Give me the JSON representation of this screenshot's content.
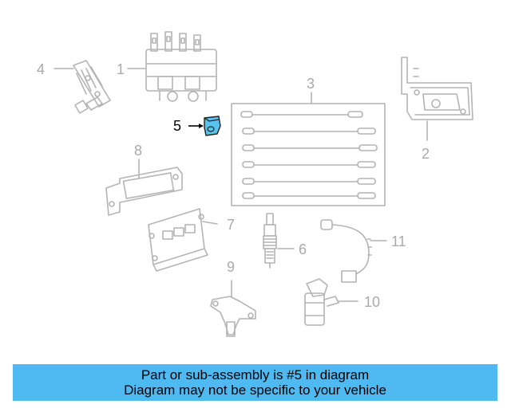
{
  "diagram": {
    "callouts": [
      "1",
      "2",
      "3",
      "4",
      "5",
      "6",
      "7",
      "8",
      "9",
      "10",
      "11"
    ],
    "highlighted_callout": "5",
    "colors": {
      "line": "#b4b4b4",
      "highlight": "#58c3ee",
      "label_dim": "#aaaaaa",
      "label_active": "#000000"
    }
  },
  "banner": {
    "line1": "Part or sub-assembly is #5 in diagram",
    "line2": "Diagram may not be specific to your vehicle",
    "background": "#4fb9f2"
  }
}
